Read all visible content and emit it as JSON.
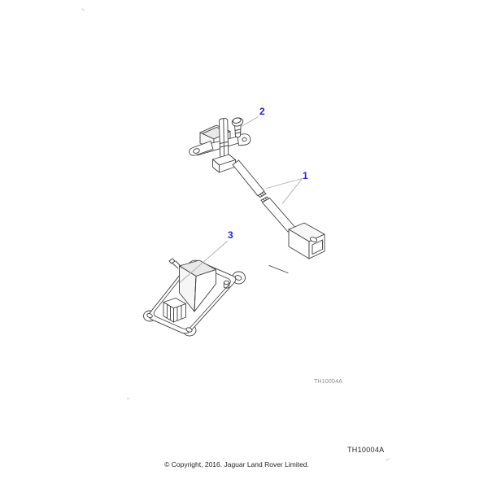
{
  "theme": {
    "page_bg": "#ffffff",
    "line_art": "#3e3e3e",
    "leader": "#ababab",
    "callout": "#2424cf"
  },
  "diagram": {
    "callouts": {
      "item1": "1",
      "item2": "2",
      "item3": "3"
    },
    "drawing_code_small": "TH10004A",
    "drawing_code_large": "TH10004A"
  },
  "footer": {
    "copyright": "© Copyright, 2016. Jaguar Land Rover Limited."
  }
}
